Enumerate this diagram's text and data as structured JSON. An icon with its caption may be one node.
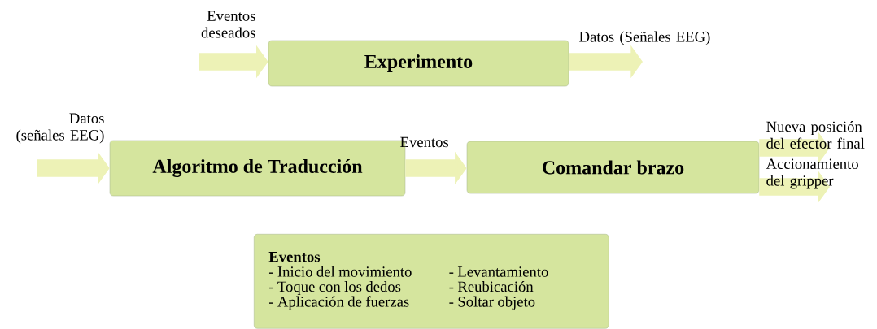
{
  "diagram": {
    "nodes": [
      {
        "text": [
          "Experimento"
        ]
      },
      {
        "text": [
          "Algoritmo de Traducción"
        ]
      },
      {
        "text": [
          "Comandar brazo"
        ]
      },
      {
        "text": [
          "Eventos",
          "- Inicio del movimiento",
          "- Levantamiento",
          "- Toque con los dedos",
          "- Reubicación",
          "- Aplicación de fuerzas",
          "- Soltar objeto"
        ]
      }
    ],
    "edges": [
      {
        "from": null,
        "to": 0,
        "arrow": "to",
        "label": "Eventos deseados"
      },
      {
        "from": 0,
        "to": null,
        "arrow": "to",
        "label": "Datos (Señales EEG)"
      },
      {
        "from": null,
        "to": 1,
        "arrow": "to",
        "label": "Datos (señales EEG)"
      },
      {
        "from": 1,
        "to": 2,
        "arrow": "to",
        "label": "Eventos"
      },
      {
        "from": 2,
        "to": null,
        "arrow": "to",
        "label": "Nueva posición del efector final"
      },
      {
        "from": 2,
        "to": null,
        "arrow": "to",
        "label": "Accionamiento del gripper"
      }
    ]
  }
}
